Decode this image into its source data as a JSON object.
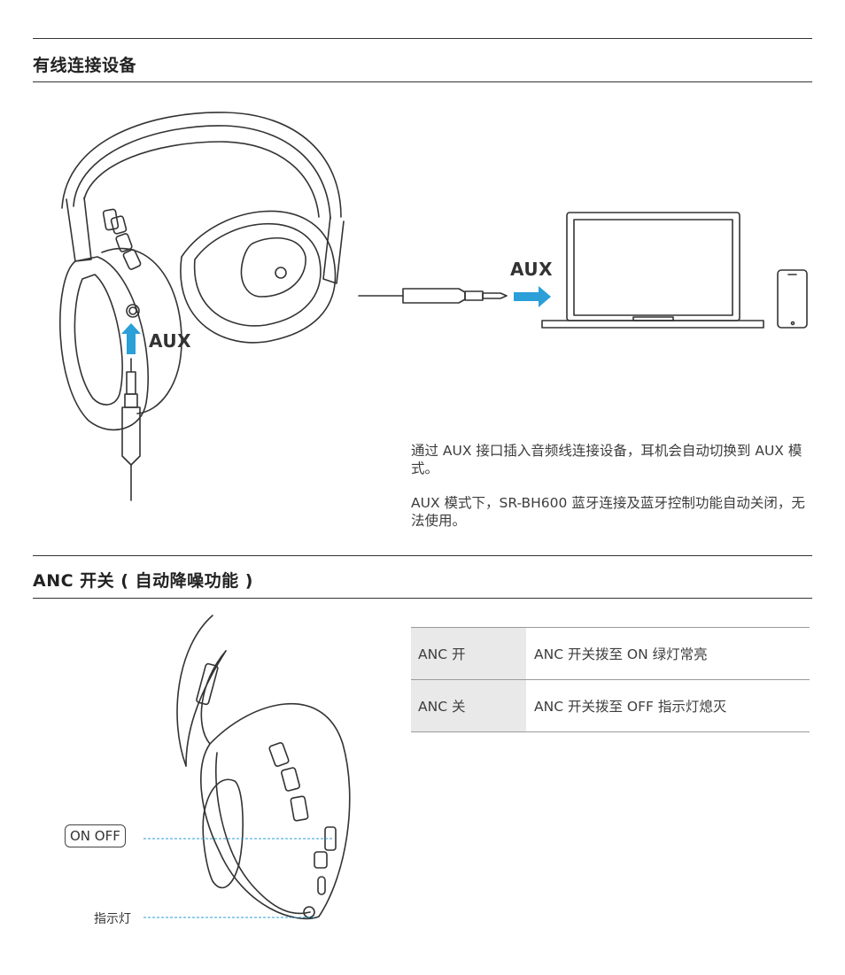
{
  "section1": {
    "title": "有线连接设备",
    "aux_label_headphone": "AUX",
    "aux_label_laptop": "AUX",
    "para1": "通过 AUX 接口插入音频线连接设备，耳机会自动切换到 AUX 模式。",
    "para2": "AUX 模式下，SR-BH600 蓝牙连接及蓝牙控制功能自动关闭，无法使用。"
  },
  "section2": {
    "title": "ANC 开关 ( 自动降噪功能 )",
    "table": [
      {
        "key": "ANC 开",
        "value": "ANC 开关拨至 ON 绿灯常亮"
      },
      {
        "key": "ANC 关",
        "value": "ANC 开关拨至 OFF 指示灯熄灭"
      }
    ],
    "switch_label": "ON OFF",
    "led_label": "指示灯"
  },
  "colors": {
    "accent_arrow": "#2a9fd8",
    "leader_line": "#2a9fd8",
    "line": "#333333"
  }
}
